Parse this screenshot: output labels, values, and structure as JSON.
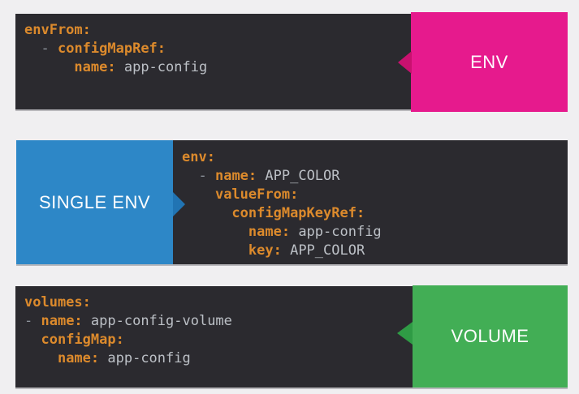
{
  "colors": {
    "page_bg": "#f0eff1",
    "code_bg": "#2b2a2f",
    "key_text": "#dc8a2c",
    "value_text": "#bcc0c6",
    "dash_text": "#8d939b",
    "label_text": "#fdfdfe"
  },
  "blocks": [
    {
      "name": "env-from-configmap",
      "label": "ENV",
      "label_side": "right",
      "label_bg": "#e61a8d",
      "arrow_color": "#c9116f",
      "code_lines": [
        {
          "segments": [
            {
              "type": "key",
              "text": "envFrom:"
            }
          ]
        },
        {
          "segments": [
            {
              "type": "text",
              "text": "  "
            },
            {
              "type": "dash",
              "text": "- "
            },
            {
              "type": "key",
              "text": "configMapRef:"
            }
          ]
        },
        {
          "segments": [
            {
              "type": "text",
              "text": "      "
            },
            {
              "type": "key",
              "text": "name:"
            },
            {
              "type": "value",
              "text": " app-config"
            }
          ]
        }
      ]
    },
    {
      "name": "single-env-configmap-key",
      "label": "SINGLE ENV",
      "label_side": "left",
      "label_bg": "#2d87c7",
      "arrow_color": "#2174b3",
      "code_lines": [
        {
          "segments": [
            {
              "type": "key",
              "text": "env:"
            }
          ]
        },
        {
          "segments": [
            {
              "type": "text",
              "text": "  "
            },
            {
              "type": "dash",
              "text": "- "
            },
            {
              "type": "key",
              "text": "name:"
            },
            {
              "type": "value",
              "text": " APP_COLOR"
            }
          ]
        },
        {
          "segments": [
            {
              "type": "text",
              "text": "    "
            },
            {
              "type": "key",
              "text": "valueFrom:"
            }
          ]
        },
        {
          "segments": [
            {
              "type": "text",
              "text": "      "
            },
            {
              "type": "key",
              "text": "configMapKeyRef:"
            }
          ]
        },
        {
          "segments": [
            {
              "type": "text",
              "text": "        "
            },
            {
              "type": "key",
              "text": "name:"
            },
            {
              "type": "value",
              "text": " app-config"
            }
          ]
        },
        {
          "segments": [
            {
              "type": "text",
              "text": "        "
            },
            {
              "type": "key",
              "text": "key:"
            },
            {
              "type": "value",
              "text": " APP_COLOR"
            }
          ]
        }
      ]
    },
    {
      "name": "volume-configmap",
      "label": "VOLUME",
      "label_side": "right",
      "label_bg": "#42ae55",
      "arrow_color": "#2f9b45",
      "code_lines": [
        {
          "segments": [
            {
              "type": "key",
              "text": "volumes:"
            }
          ]
        },
        {
          "segments": [
            {
              "type": "dash",
              "text": "- "
            },
            {
              "type": "key",
              "text": "name:"
            },
            {
              "type": "value",
              "text": " app-config-volume"
            }
          ]
        },
        {
          "segments": [
            {
              "type": "text",
              "text": "  "
            },
            {
              "type": "key",
              "text": "configMap:"
            }
          ]
        },
        {
          "segments": [
            {
              "type": "text",
              "text": "    "
            },
            {
              "type": "key",
              "text": "name:"
            },
            {
              "type": "value",
              "text": " app-config"
            }
          ]
        }
      ]
    }
  ]
}
